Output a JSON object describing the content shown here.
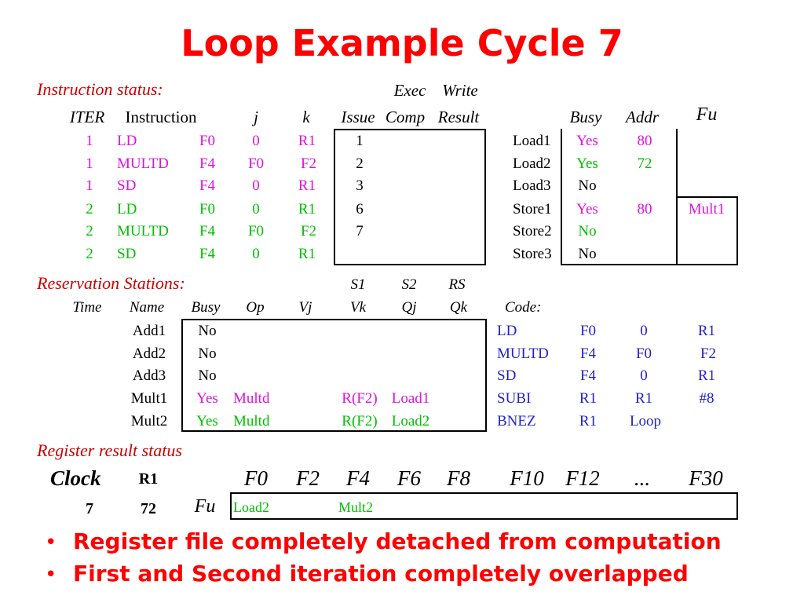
{
  "title": "Loop Example Cycle 7",
  "instr": {
    "section": "Instruction status:",
    "exec_label": "Exec",
    "write_label": "Write",
    "h_iter": "ITER",
    "h_instruction": "Instruction",
    "h_j": "j",
    "h_k": "k",
    "h_issue": "Issue",
    "h_comp": "Comp",
    "h_result": "Result",
    "rows": [
      {
        "iter": "1",
        "op": "LD",
        "dst": "F0",
        "j": "0",
        "k": "R1",
        "issue": "1",
        "comp": "",
        "result": ""
      },
      {
        "iter": "1",
        "op": "MULTD",
        "dst": "F4",
        "j": "F0",
        "k": "F2",
        "issue": "2",
        "comp": "",
        "result": ""
      },
      {
        "iter": "1",
        "op": "SD",
        "dst": "F4",
        "j": "0",
        "k": "R1",
        "issue": "3",
        "comp": "",
        "result": ""
      },
      {
        "iter": "2",
        "op": "LD",
        "dst": "F0",
        "j": "0",
        "k": "R1",
        "issue": "6",
        "comp": "",
        "result": ""
      },
      {
        "iter": "2",
        "op": "MULTD",
        "dst": "F4",
        "j": "F0",
        "k": "F2",
        "issue": "7",
        "comp": "",
        "result": ""
      },
      {
        "iter": "2",
        "op": "SD",
        "dst": "F4",
        "j": "0",
        "k": "R1",
        "issue": "",
        "comp": "",
        "result": ""
      }
    ]
  },
  "buffers": {
    "h_busy": "Busy",
    "h_addr": "Addr",
    "h_fu": "Fu",
    "rows": [
      {
        "name": "Load1",
        "busy": "Yes",
        "addr": "80",
        "fu": "",
        "color": "#e010e0"
      },
      {
        "name": "Load2",
        "busy": "Yes",
        "addr": "72",
        "fu": "",
        "color": "#00c000"
      },
      {
        "name": "Load3",
        "busy": "No",
        "addr": "",
        "fu": "",
        "color": "#000000"
      },
      {
        "name": "Store1",
        "busy": "Yes",
        "addr": "80",
        "fu": "Mult1",
        "color": "#e010e0"
      },
      {
        "name": "Store2",
        "busy": "No",
        "addr": "",
        "fu": "",
        "color": "#00c000"
      },
      {
        "name": "Store3",
        "busy": "No",
        "addr": "",
        "fu": "",
        "color": "#000000"
      }
    ]
  },
  "rs": {
    "section": "Reservation Stations:",
    "s1": "S1",
    "s2": "S2",
    "rs": "RS",
    "h_time": "Time",
    "h_name": "Name",
    "h_busy": "Busy",
    "h_op": "Op",
    "h_vj": "Vj",
    "h_vk": "Vk",
    "h_qj": "Qj",
    "h_qk": "Qk",
    "h_code": "Code:",
    "rows": [
      {
        "time": "",
        "name": "Add1",
        "busy": "No",
        "op": "",
        "vj": "",
        "vk": "",
        "qj": "",
        "qk": "",
        "color": "#000000"
      },
      {
        "time": "",
        "name": "Add2",
        "busy": "No",
        "op": "",
        "vj": "",
        "vk": "",
        "qj": "",
        "qk": "",
        "color": "#000000"
      },
      {
        "time": "",
        "name": "Add3",
        "busy": "No",
        "op": "",
        "vj": "",
        "vk": "",
        "qj": "",
        "qk": "",
        "color": "#000000"
      },
      {
        "time": "",
        "name": "Mult1",
        "busy": "Yes",
        "op": "Multd",
        "vj": "",
        "vk": "R(F2)",
        "qj": "Load1",
        "qk": "",
        "color": "#e010e0"
      },
      {
        "time": "",
        "name": "Mult2",
        "busy": "Yes",
        "op": "Multd",
        "vj": "",
        "vk": "R(F2)",
        "qj": "Load2",
        "qk": "",
        "color": "#00c000"
      }
    ],
    "code": [
      {
        "op": "LD",
        "a": "F0",
        "b": "0",
        "c": "R1"
      },
      {
        "op": "MULTD",
        "a": "F4",
        "b": "F0",
        "c": "F2"
      },
      {
        "op": "SD",
        "a": "F4",
        "b": "0",
        "c": "R1"
      },
      {
        "op": "SUBI",
        "a": "R1",
        "b": "R1",
        "c": "#8"
      },
      {
        "op": "BNEZ",
        "a": "R1",
        "b": "Loop",
        "c": ""
      }
    ]
  },
  "reg": {
    "section": "Register result status",
    "clock_label": "Clock",
    "r1_label": "R1",
    "clock_value": "7",
    "r1_value": "72",
    "fu_label": "Fu",
    "regs": [
      "F0",
      "F2",
      "F4",
      "F6",
      "F8",
      "F10",
      "F12",
      "...",
      "F30"
    ],
    "fu_values": [
      "Load2",
      "",
      "Mult2",
      "",
      "",
      "",
      "",
      "",
      ""
    ]
  },
  "bullets": [
    "Register file completely detached from computation",
    "First and Second iteration completely overlapped"
  ],
  "colors": {
    "title": "#ff0000",
    "section": "#cc0000",
    "iter1": "#e010e0",
    "iter2": "#00c000",
    "code": "#2222cc"
  }
}
